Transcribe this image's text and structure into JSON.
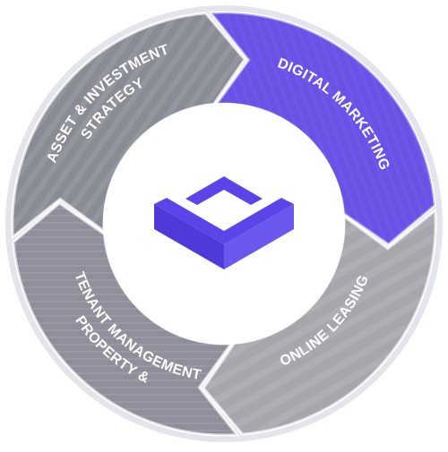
{
  "cycle": {
    "segments": [
      {
        "id": "asset",
        "lines": [
          "ASSET & INVESTMENT",
          "STRATEGY"
        ],
        "color": "#8a8c95",
        "highlighted": false
      },
      {
        "id": "marketing",
        "lines": [
          "DIGITAL MARKETING"
        ],
        "color": "#6a52e6",
        "highlighted": true
      },
      {
        "id": "leasing",
        "lines": [
          "ONLINE LEASING"
        ],
        "color": "#a7a6ad",
        "highlighted": false
      },
      {
        "id": "property",
        "lines": [
          "PROPERTY &",
          "TENANT MANAGEMENT"
        ],
        "color": "#8e909a",
        "highlighted": false
      }
    ],
    "logo": {
      "icon": "brand-logo-icon",
      "color": "#5b45e8"
    },
    "center_color": "#ffffff",
    "outer_ring_color": "#e4e4ec"
  }
}
